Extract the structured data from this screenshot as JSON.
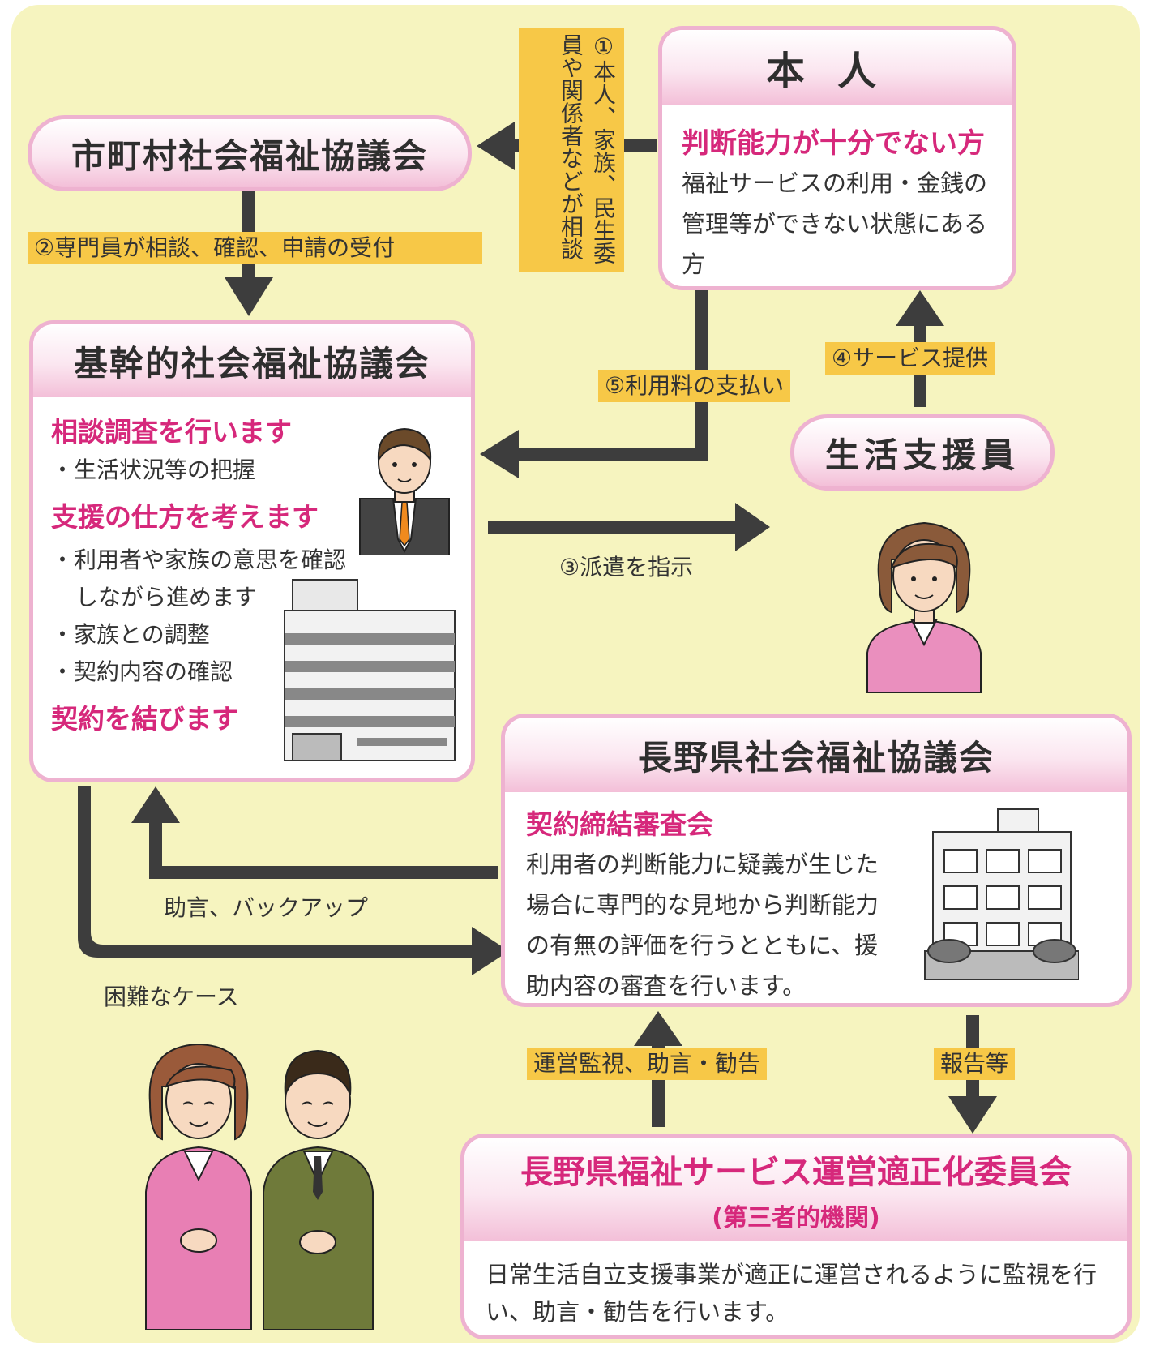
{
  "steps": {
    "s1": "①本人、家族、民生委員や関係者などが相談",
    "s2": "②専門員が相談、確認、申請の受付",
    "s3": "③派遣を指示",
    "s4": "④サービス提供",
    "s5": "⑤利用料の支払い",
    "advice": "助言、バックアップ",
    "difficult": "困難なケース",
    "monitor": "運営監視、助言・勧告",
    "report": "報告等"
  },
  "person": {
    "title": "本人",
    "subtitle": "判断能力が十分でない方",
    "desc": "福祉サービスの利用・金銭の管理等ができない状態にある方"
  },
  "municipal": {
    "title": "市町村社会福祉協議会"
  },
  "core": {
    "title": "基幹的社会福祉協議会",
    "h1": "相談調査を行います",
    "i1": "・生活状況等の把握",
    "h2": "支援の仕方を考えます",
    "i2": "・利用者や家族の意思を確認",
    "i2b": "しながら進めます",
    "i3": "・家族との調整",
    "i4": "・契約内容の確認",
    "h3": "契約を結びます"
  },
  "worker": {
    "title": "生活支援員"
  },
  "prefecture": {
    "title": "長野県社会福祉協議会",
    "heading": "契約締結審査会",
    "desc": "利用者の判断能力に疑義が生じた場合に専門的な見地から判断能力の有無の評価を行うとともに、援助内容の審査を行います。"
  },
  "committee": {
    "title": "長野県福祉サービス運営適正化委員会",
    "subtitle": "(第三者的機関)",
    "desc": "日常生活自立支援事業が適正に運営されるように監視を行い、助言・勧告を行います。"
  }
}
